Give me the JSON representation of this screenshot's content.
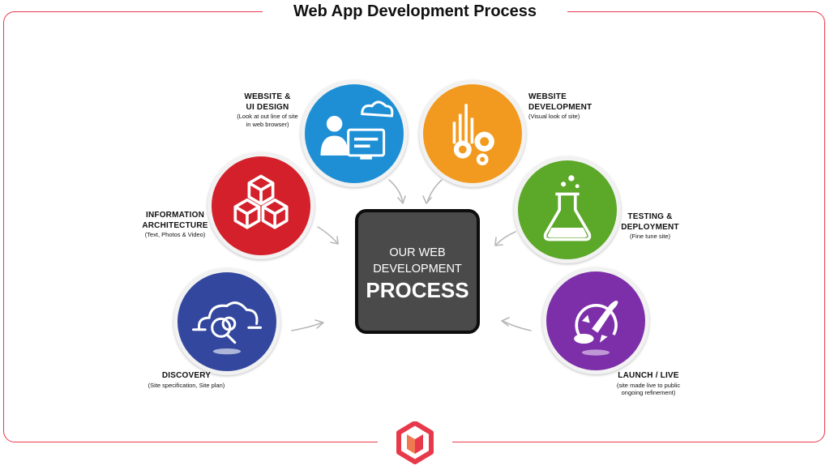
{
  "header": {
    "title": "Web App Development Process"
  },
  "center": {
    "line1": "OUR WEB",
    "line2": "DEVELOPMENT",
    "line3": "PROCESS"
  },
  "stages": [
    {
      "name": "WEBSITE &\nUI DESIGN",
      "detail": "(Look at out line of site\nin web browser)",
      "color": "#1e8fd5",
      "icon": "web-designer-icon"
    },
    {
      "name": "WEBSITE\nDEVELOPMENT",
      "detail": "(Visual  look of site)",
      "color": "#f29a1f",
      "icon": "gears-icon"
    },
    {
      "name": "INFORMATION\nARCHITECTURE",
      "detail": "(Text, Photos & Video)",
      "color": "#d4202b",
      "icon": "cubes-icon"
    },
    {
      "name": "TESTING &\nDEPLOYMENT",
      "detail": "(Fine tune site)",
      "color": "#5ca829",
      "icon": "flask-icon"
    },
    {
      "name": "DISCOVERY",
      "detail": "(Site specification, Site plan)",
      "color": "#33479e",
      "icon": "cloud-search-icon"
    },
    {
      "name": "LAUNCH / LIVE",
      "detail": "(site made live to public\nongoing refinement)",
      "color": "#7c2fa8",
      "icon": "rocket-icon"
    }
  ],
  "colors": {
    "accent": "#e8394a",
    "center_box": "#4a4a4a"
  }
}
